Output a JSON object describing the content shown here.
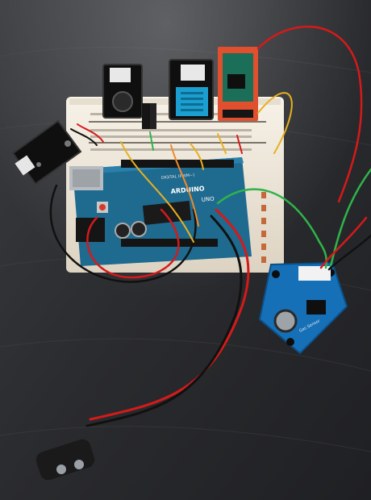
{
  "photo": {
    "board_text": "ARDUINO",
    "board_model": "UNO",
    "board_subtext": "DIGITAL (PWM~)",
    "gas_sensor_label": "Gas Sensor"
  },
  "palette": {
    "table": "#2a2b2e",
    "board_blue": "#1f6a8f",
    "breadboard": "#efe8da",
    "wire_red": "#d51a1a",
    "wire_black": "#111111",
    "wire_green": "#2fb34a",
    "wire_yellow": "#e6b020",
    "grove_blue": "#1670b8",
    "bt_red": "#e0502e"
  }
}
